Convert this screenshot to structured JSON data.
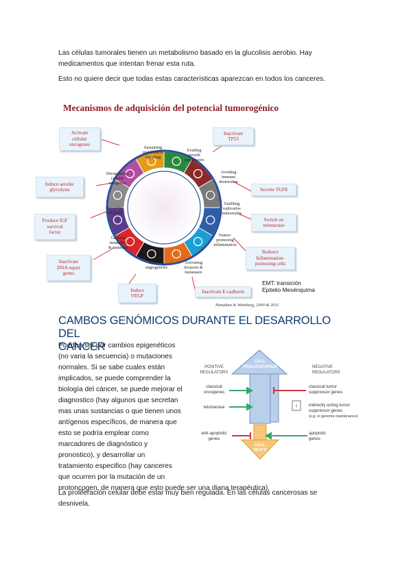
{
  "intro": {
    "line1": "Las células tumorales tienen un metabolismo basado en la glucolisis aerobio. Hay",
    "line2": "medicamentos que intentan frenar esta ruta.",
    "line3": "Esto no quiere decir que todas estas características aparezcan en todos los canceres."
  },
  "figure1": {
    "title": "Mecanismos  de adquisición del potencial tumorogénico",
    "citation": "Hanahan & Weinberg, 2000 & 2011",
    "emt_line1": "EMT: transición",
    "emt_line2": "Epitelio Mesénquima",
    "red_boxes": {
      "activate_oncogenes": [
        "Activate",
        "cellular",
        "oncogenes"
      ],
      "inactivate_tp53": [
        "Inactivate",
        "TP53"
      ],
      "induce_glycolysis": [
        "Induce aerobic",
        "glycolysis"
      ],
      "secrete_tgf": [
        "Secrete TGFß"
      ],
      "produce_igf": [
        "Produce IGF",
        "survival",
        "factor"
      ],
      "switch_telomerase": [
        "Switch on",
        "telomerase"
      ],
      "redirect_inflammation": [
        "Redirect",
        "Inflammation-",
        "promoting cells"
      ],
      "inactivate_dna_repair": [
        "Inactivate",
        "DNA repair",
        "genes"
      ],
      "induce_vegf": [
        "Induce",
        "VEGF"
      ],
      "inactivate_ecadherin": [
        "Inactivate E-cadherin"
      ]
    },
    "hallmarks": {
      "sustaining": [
        "Sustaining",
        "proliferative",
        "signaling"
      ],
      "evading": [
        "Evading",
        "growth",
        "suppressors"
      ],
      "avoiding": [
        "Avoiding",
        "immune",
        "destruction"
      ],
      "enabling": [
        "Enabling",
        "replicative",
        "immortality"
      ],
      "tumor_promoting": [
        "Tumor-",
        "promoting",
        "inflammation"
      ],
      "activating": [
        "Activating",
        "invasion &",
        "metastasis"
      ],
      "inducing": [
        "Inducing",
        "angiogenesis"
      ],
      "genome": [
        "Genome",
        "instability",
        "& mutation"
      ],
      "resisting": [
        "Resisting",
        "cell death"
      ],
      "deregulating": [
        "Deregulating",
        "cellular",
        "energetics"
      ]
    },
    "segment_colors": [
      "#2a8a3c",
      "#8c2a2a",
      "#7a7a7a",
      "#2d5ea8",
      "#1a9fd4",
      "#e56a1a",
      "#1a1a1a",
      "#d8262b",
      "#5b3b8c",
      "#8a8a8a",
      "#b14ea0",
      "#e69a1a"
    ]
  },
  "section": {
    "heading_line1": "CAMBOS GENÓMICOS DURANTE EL DESARROLLO DEL",
    "heading_line2": "CANCER",
    "body_lines": [
      "Pueden ser por cambios epigenéticos",
      "(no varia la secuencia) o mutaciones",
      "normales. Si se sabe cuales están",
      "implicados, se puede comprender la",
      "biología del cáncer, se puede mejorar el",
      "diagnostico (hay algunos que secretan",
      "mas unas sustancias o que tienen unos",
      "antígenos específicos, de manera que",
      "esto se podría emplear como",
      "marcadores de diagnóstico y",
      "pronostico), y desarrollar un",
      "tratamiento especifico (hay canceres",
      "que ocurren por la mutación de un",
      "protoncogen, de manera que esto puede ser una diana terapéutica),"
    ],
    "closing_line1": "La proliferación celular debe estar muy bien regulada. En las células cancerosas se",
    "closing_line2": "desnivela."
  },
  "figure2": {
    "positive_title": [
      "POSITIVE",
      "REGULATORS"
    ],
    "negative_title": [
      "NEGATIVE",
      "REGULATORS"
    ],
    "cell_proliferation": [
      "CELL",
      "PROLIFERATION"
    ],
    "cell_death": [
      "CELL",
      "DEATH"
    ],
    "classical_oncogenes": [
      "classical",
      "oncogenes"
    ],
    "telomerase": "telomerase",
    "anti_apoptotic": [
      "anti-apoptotic",
      "genes"
    ],
    "classical_tumor": [
      "classical tumor",
      "suppressor genes"
    ],
    "indirectly": [
      "indirectly acting tumor",
      "suppressor genes",
      "(e.g. in genome maintenance)"
    ],
    "apoptotic": [
      "apoptotic",
      "genes"
    ],
    "colors": {
      "arrow_blue": "#b9cfea",
      "arrow_orange": "#f6c77a",
      "green": "#2eaa6a",
      "red": "#d0343d"
    }
  }
}
